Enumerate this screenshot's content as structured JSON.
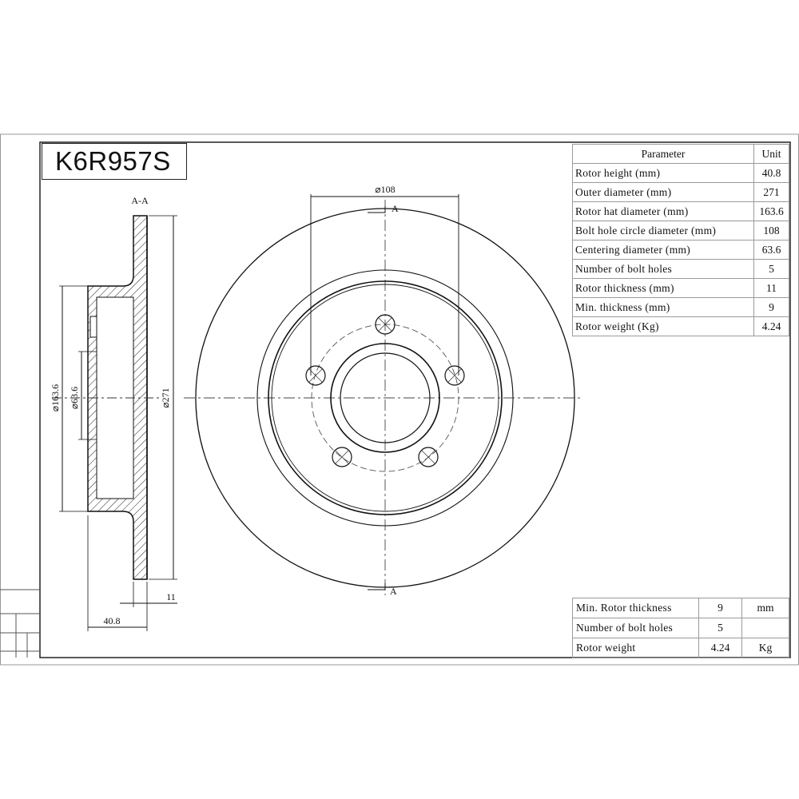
{
  "part_number": "K6R957S",
  "section_label": "A-A",
  "section_marks": [
    "A",
    "A"
  ],
  "dimensions": {
    "bolt_circle": "⌀108",
    "hat_diameter": "⌀163.6",
    "center_bore": "⌀63.6",
    "outer_diameter": "⌀271",
    "rotor_height": "40.8",
    "thickness": "11"
  },
  "parameters": {
    "header": [
      "Parameter",
      "Unit"
    ],
    "rows": [
      {
        "name": "Rotor height (mm)",
        "value": "40.8"
      },
      {
        "name": "Outer diameter (mm)",
        "value": "271"
      },
      {
        "name": "Rotor hat diameter (mm)",
        "value": "163.6"
      },
      {
        "name": "Bolt hole circle diameter (mm)",
        "value": "108"
      },
      {
        "name": "Centering diameter (mm)",
        "value": "63.6"
      },
      {
        "name": "Number of bolt holes",
        "value": "5"
      },
      {
        "name": "Rotor thickness (mm)",
        "value": "11"
      },
      {
        "name": "Min. thickness (mm)",
        "value": "9"
      },
      {
        "name": "Rotor weight (Kg)",
        "value": "4.24"
      }
    ]
  },
  "summary": {
    "rows": [
      {
        "name": "Min. Rotor thickness",
        "value": "9",
        "unit": "mm"
      },
      {
        "name": "Number of bolt holes",
        "value": "5",
        "unit": ""
      },
      {
        "name": "Rotor weight",
        "value": "4.24",
        "unit": "Kg"
      }
    ]
  }
}
